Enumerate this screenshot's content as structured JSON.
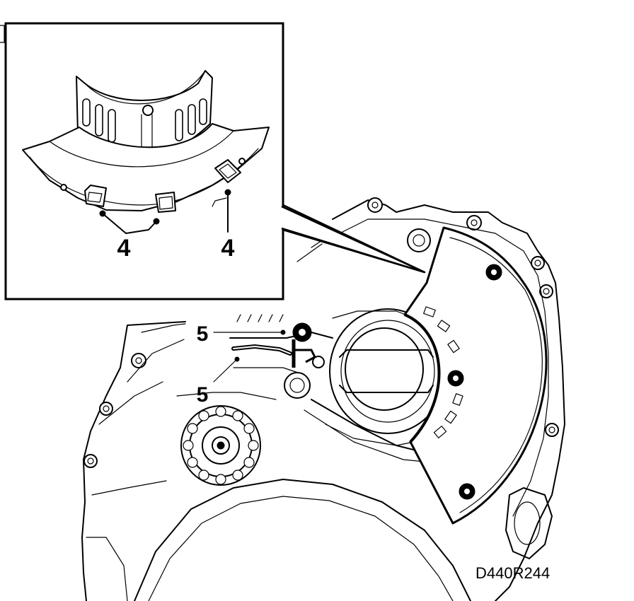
{
  "callouts": {
    "inset_label_left": "4",
    "inset_label_right": "4",
    "main_label_upper": "5",
    "main_label_lower": "5"
  },
  "figure_code": "D440R244"
}
